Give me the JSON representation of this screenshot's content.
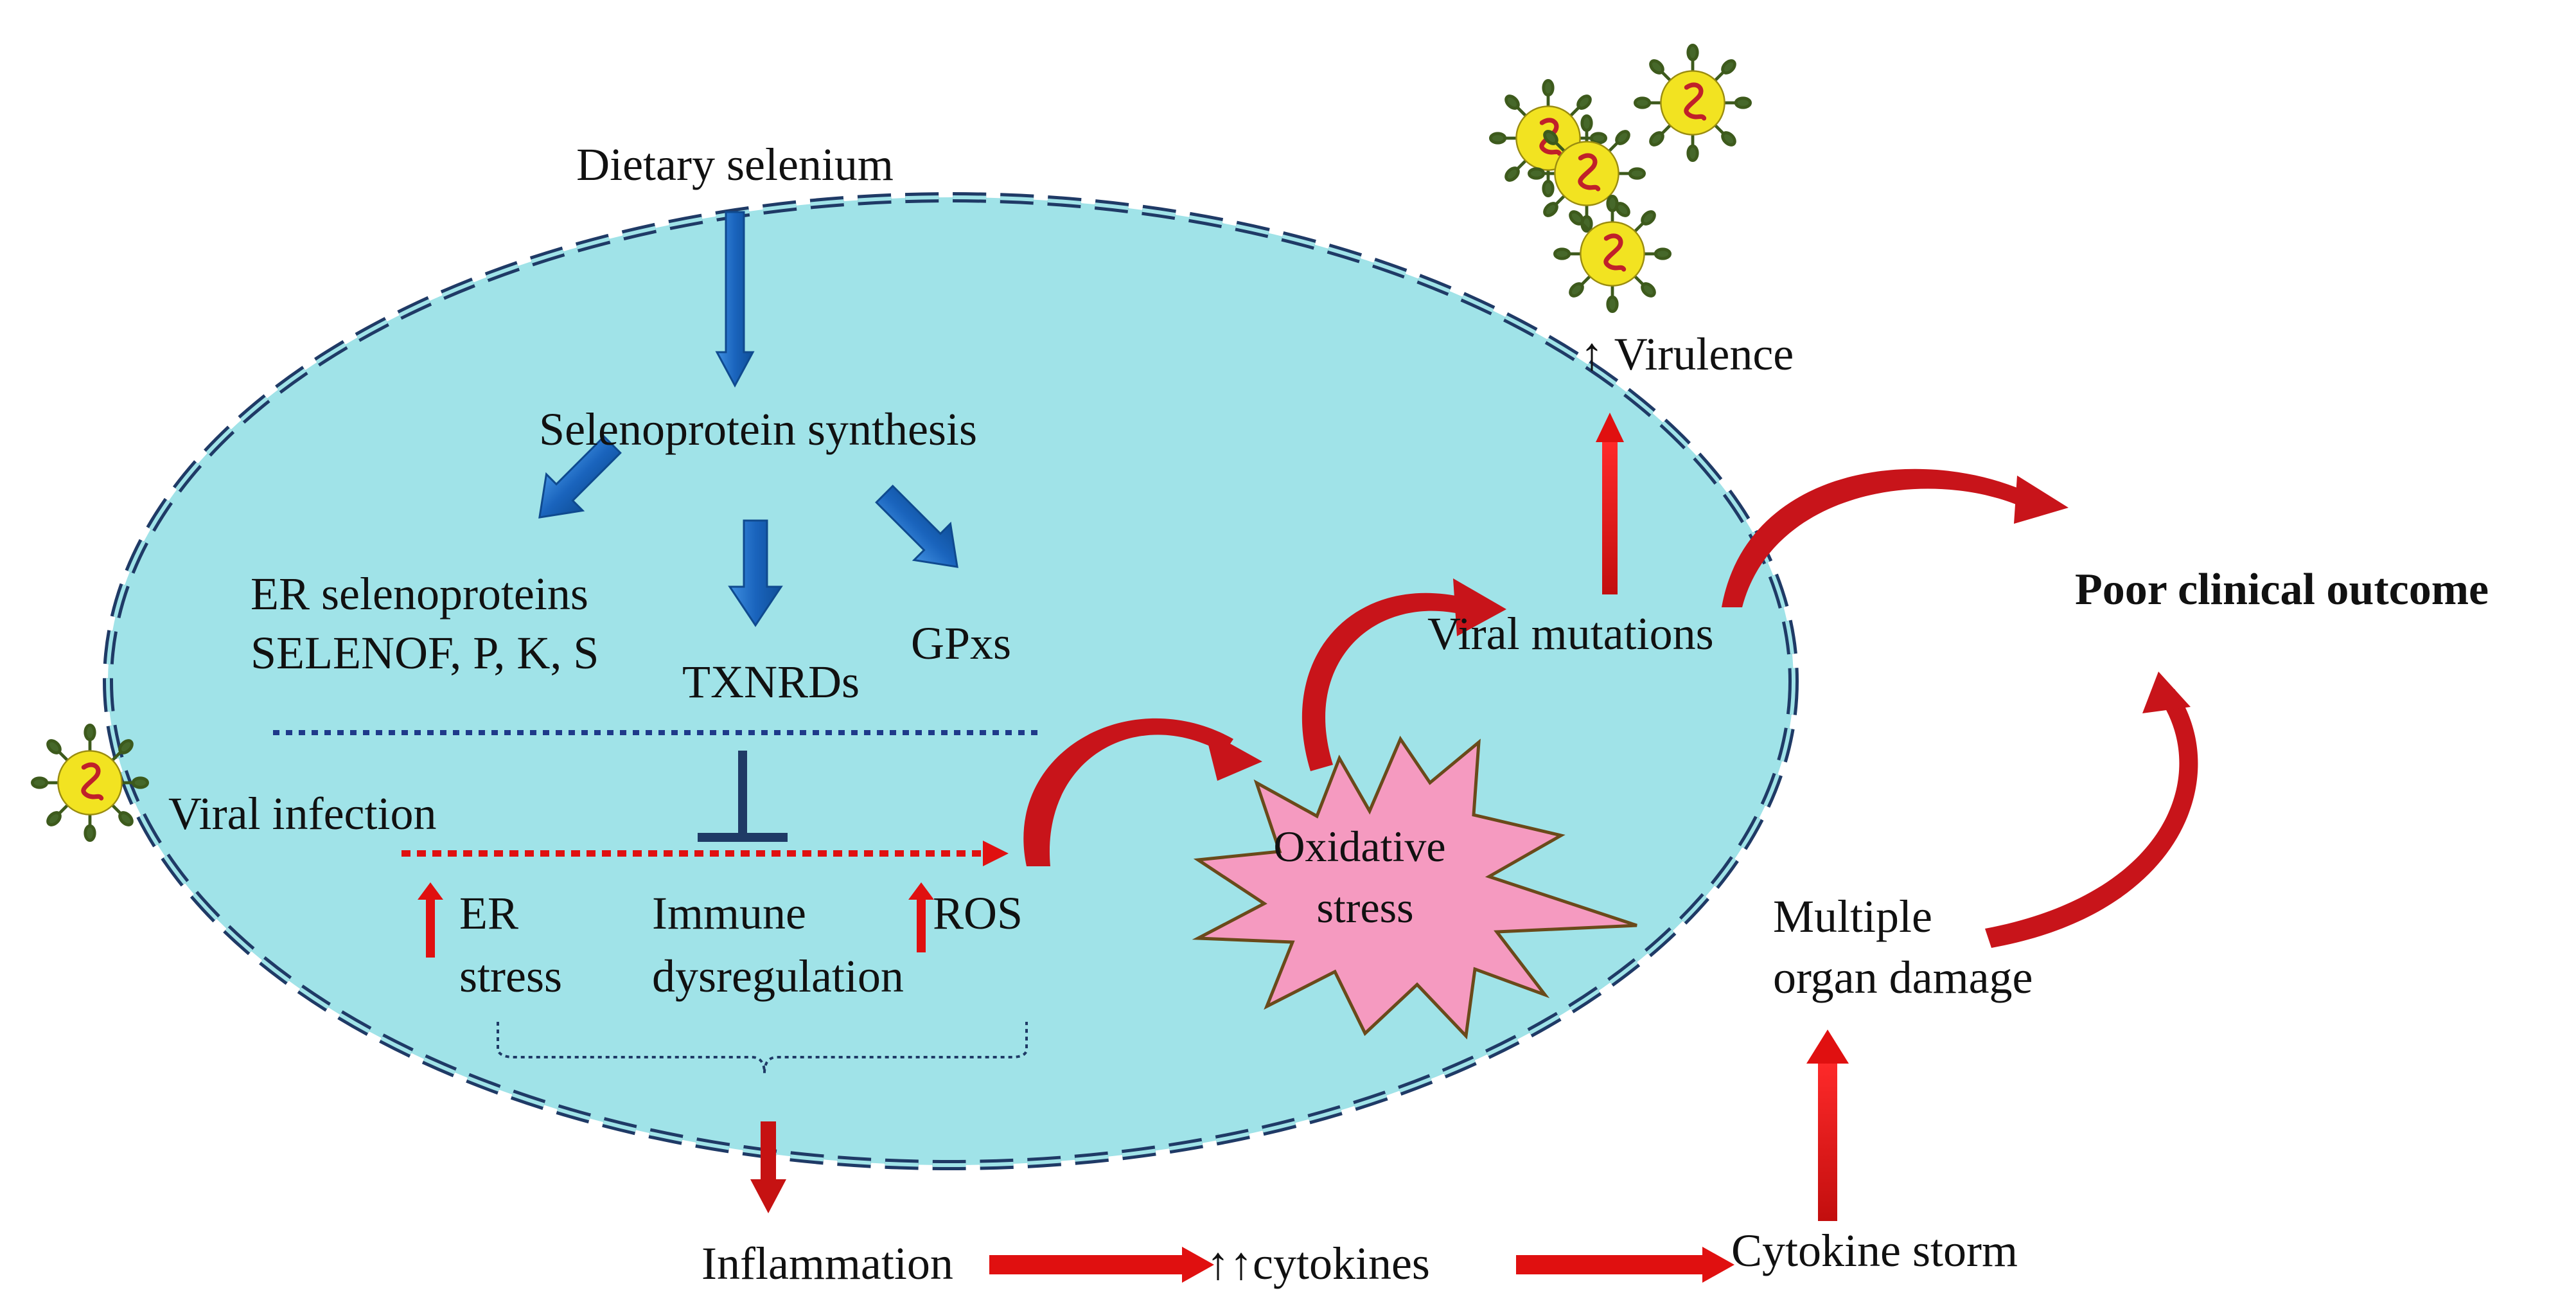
{
  "labels": {
    "dietary_selenium": "Dietary selenium",
    "selenoprotein_synthesis": "Selenoprotein synthesis",
    "er_selenoproteins_line1": "ER selenoproteins",
    "er_selenoproteins_line2": "SELENOF, P, K, S",
    "txnrds": "TXNRDs",
    "gpxs": "GPxs",
    "viral_infection": "Viral infection",
    "er_stress_line1": "ER",
    "er_stress_line2": "stress",
    "immune_line1": "Immune",
    "immune_line2": "dysregulation",
    "ros": "ROS",
    "oxidative_line1": "Oxidative",
    "oxidative_line2": "stress",
    "viral_mutations": "Viral mutations",
    "virulence": "↑ Virulence",
    "poor_outcome": "Poor clinical outcome",
    "multiple_organ_line1": "Multiple",
    "multiple_organ_line2": "organ damage",
    "inflammation": "Inflammation",
    "cytokines": "↑↑cytokines",
    "cytokine_storm": "Cytokine storm"
  },
  "colors": {
    "cell_fill": "#a0e3e8",
    "membrane": "#1f3a66",
    "blue_arrow": "#1e6fc4",
    "red_arrow": "#e01010",
    "dark_red": "#a30f0f",
    "starburst_fill": "#f59ac0",
    "virus_fill": "#f2e321",
    "virus_spike": "#3d5a1c",
    "virus_genome": "#c0202a"
  },
  "icons": {
    "virus": "virus-icon",
    "inhibition": "inhibition-tbar-icon",
    "up_arrow": "up-arrow-icon"
  }
}
